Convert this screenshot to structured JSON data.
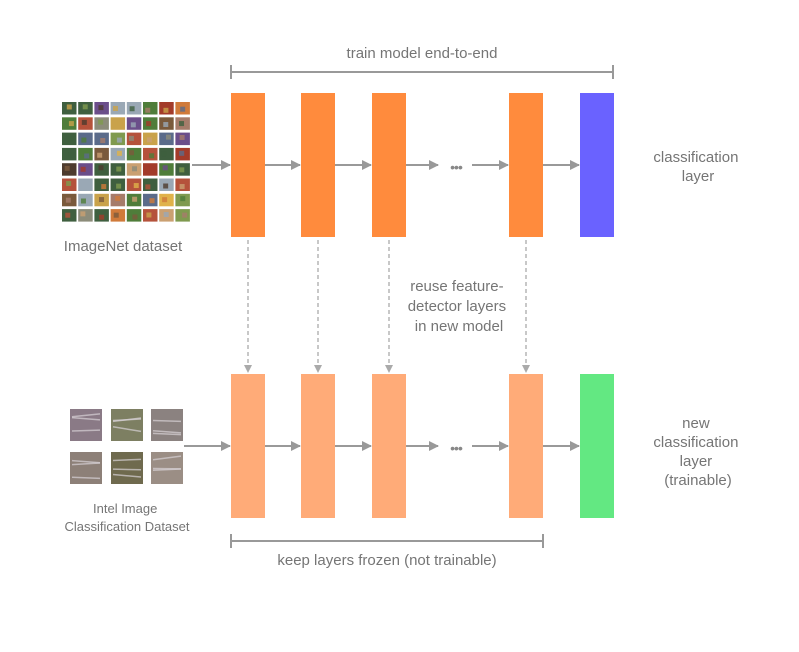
{
  "top_bracket_label": "train model end-to-end",
  "bottom_bracket_label": "keep layers frozen (not trainable)",
  "imagenet_label": "ImageNet dataset",
  "intel_label": [
    "Intel Image",
    "Classification Dataset"
  ],
  "reuse_label": [
    "reuse feature-",
    "detector layers",
    "in new model"
  ],
  "top_classification_label": [
    "classification",
    "layer"
  ],
  "bottom_classification_label": [
    "new",
    "classification",
    "layer",
    "(trainable)"
  ],
  "ellipsis": "•••",
  "colors": {
    "feature_layer": "#ff8b3d",
    "frozen_layer": "#ffab78",
    "classification_layer": "#6a62ff",
    "new_classification_layer": "#63e882",
    "arrow": "#999999",
    "text": "#757575"
  },
  "icons": [
    "imagenet-thumbnail-grid",
    "intel-thumbnail-grid"
  ]
}
